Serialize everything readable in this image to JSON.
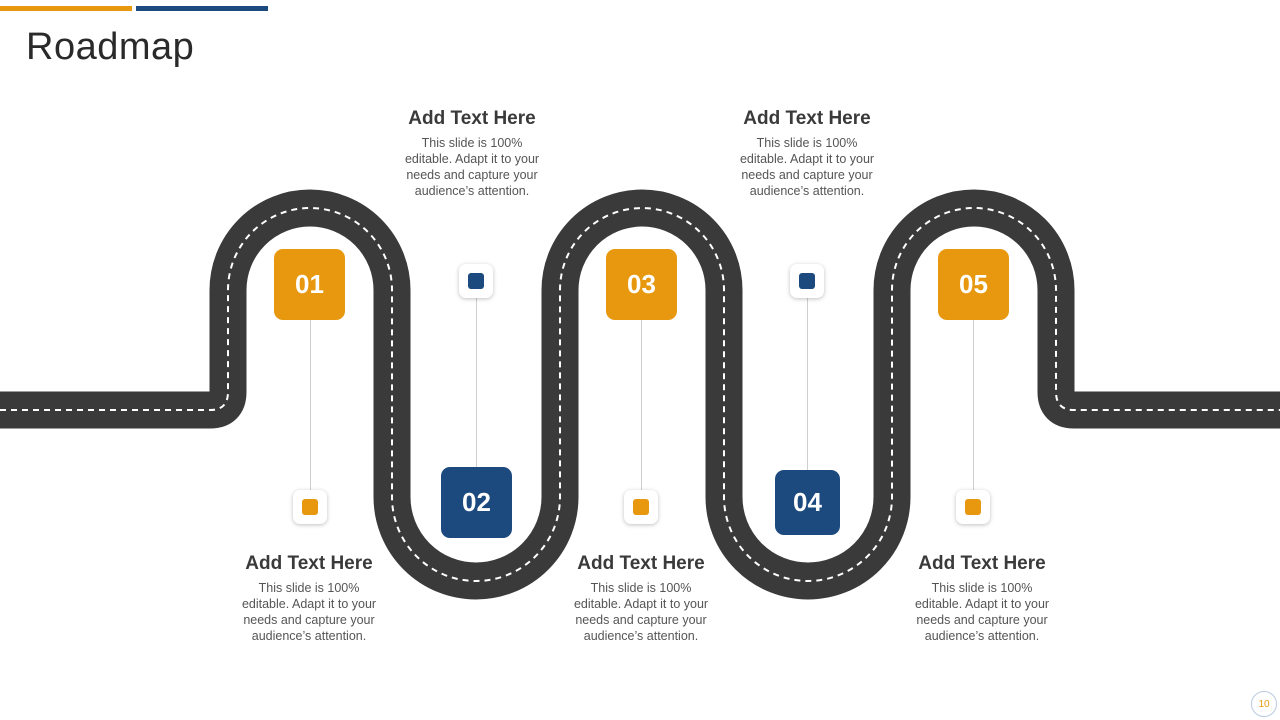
{
  "title": "Roadmap",
  "colors": {
    "orange": "#e8980f",
    "blue": "#1d4a7e",
    "road": "#3a3a3a",
    "dash": "#ffffff"
  },
  "steps": [
    {
      "number": "01",
      "color": "orange",
      "heading": "Add Text Here",
      "body": "This slide is 100% editable. Adapt it to your needs and capture your audience’s attention."
    },
    {
      "number": "02",
      "color": "blue",
      "heading": "Add Text Here",
      "body": "This slide is 100% editable. Adapt it to your needs and capture your audience’s attention."
    },
    {
      "number": "03",
      "color": "orange",
      "heading": "Add Text Here",
      "body": "This slide is 100% editable. Adapt it to your needs and capture your audience’s attention."
    },
    {
      "number": "04",
      "color": "blue",
      "heading": "Add Text Here",
      "body": "This slide is 100% editable. Adapt it to your needs and capture your audience’s attention."
    },
    {
      "number": "05",
      "color": "orange",
      "heading": "Add Text Here",
      "body": "This slide is 100% editable. Adapt it to your needs and capture your audience’s attention."
    }
  ],
  "page_number": "10"
}
